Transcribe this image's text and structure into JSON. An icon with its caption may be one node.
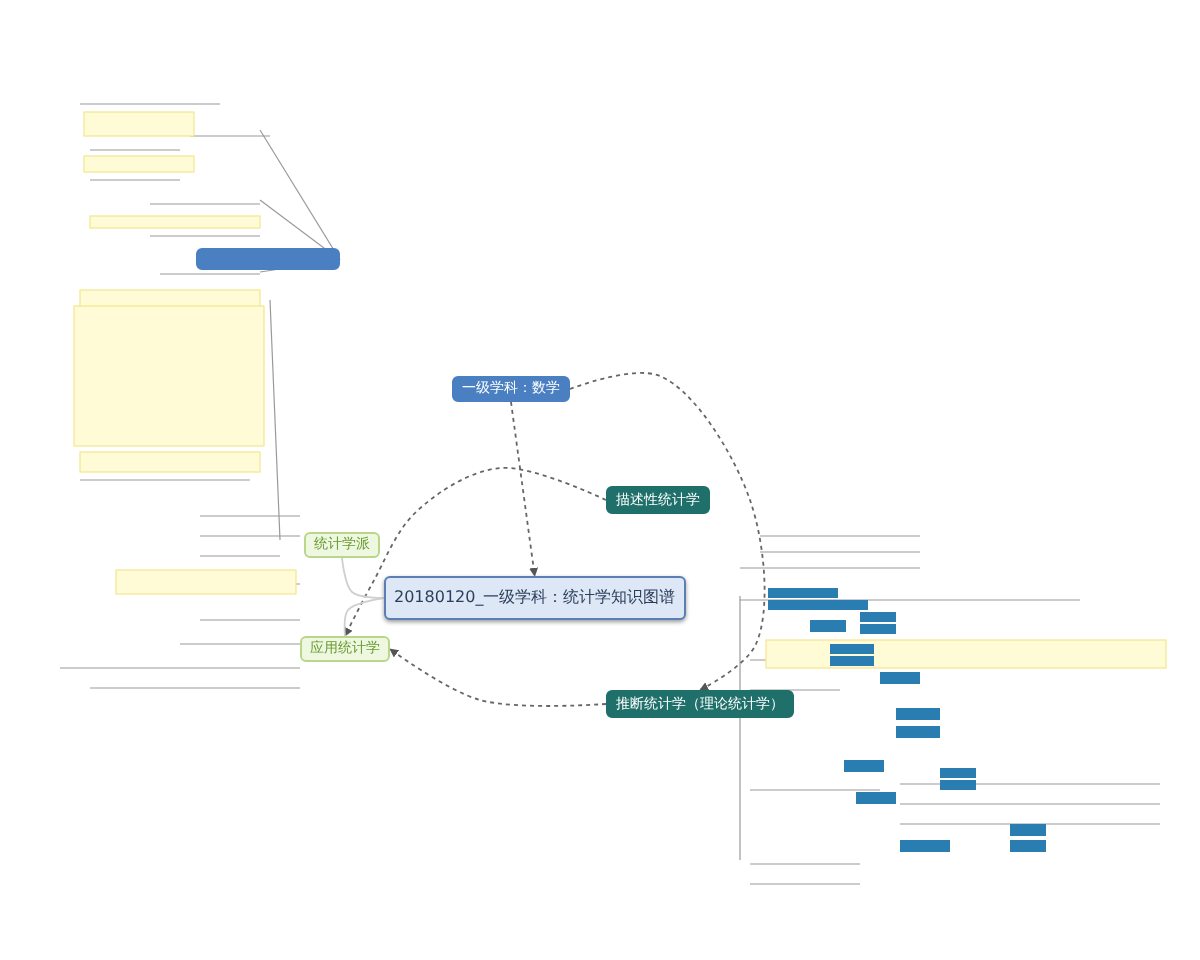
{
  "diagram": {
    "nodes": [
      {
        "text": [
          "20180120_一级学科：统计学知识图谱"
        ]
      },
      {
        "text": [
          "一级学科：数学"
        ]
      },
      {
        "text": [
          "描述性统计学"
        ]
      },
      {
        "text": [
          "推断统计学（理论统计学）"
        ]
      },
      {
        "text": [
          "统计学派"
        ]
      },
      {
        "text": [
          "应用统计学"
        ]
      },
      {
        "text": [],
        "shape": "box"
      }
    ],
    "edges": [
      {
        "from": 1,
        "to": 0,
        "arrow": "to",
        "style": "dashed"
      },
      {
        "from": 1,
        "to": 3,
        "arrow": "to",
        "style": "dashed"
      },
      {
        "from": 2,
        "to": 5,
        "arrow": "to",
        "style": "dashed"
      },
      {
        "from": 3,
        "to": 5,
        "arrow": "to",
        "style": "dashed"
      },
      {
        "from": 0,
        "to": 4,
        "arrow": "none",
        "color": "#cfcfcf"
      },
      {
        "from": 0,
        "to": 5,
        "arrow": "none",
        "color": "#cfcfcf"
      }
    ]
  }
}
